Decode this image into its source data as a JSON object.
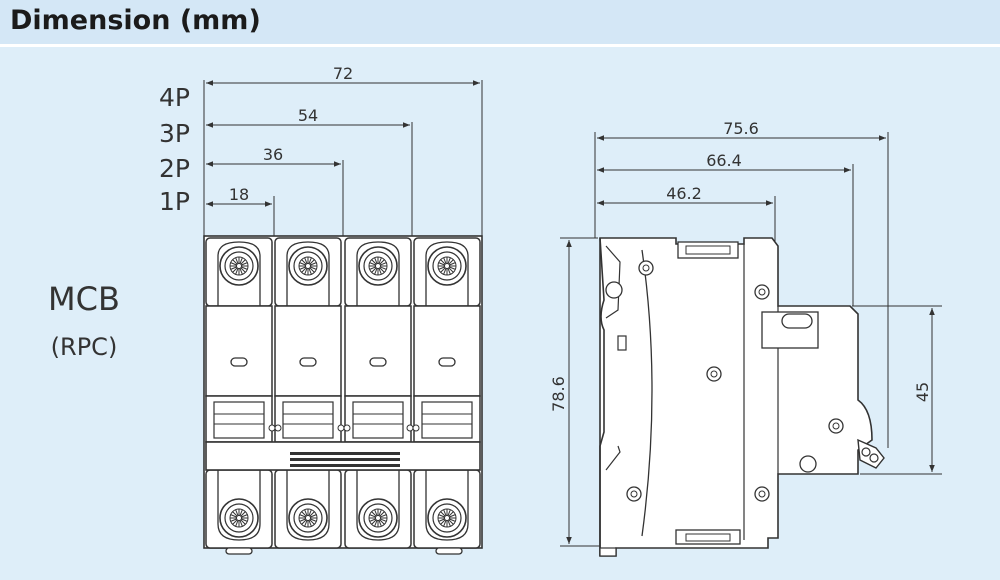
{
  "header": {
    "title": "Dimension (mm)"
  },
  "labels": {
    "product": "MCB",
    "variant": "(RPC)"
  },
  "front_view": {
    "poles": [
      "4P",
      "3P",
      "2P",
      "1P"
    ],
    "widths": [
      "72",
      "54",
      "36",
      "18"
    ]
  },
  "side_view": {
    "depths": [
      "75.6",
      "66.4",
      "46.2"
    ],
    "height": "78.6",
    "rail_height": "45"
  },
  "colors": {
    "background": "#deeef9",
    "header_bg": "#d4e7f6",
    "line": "#333333"
  }
}
